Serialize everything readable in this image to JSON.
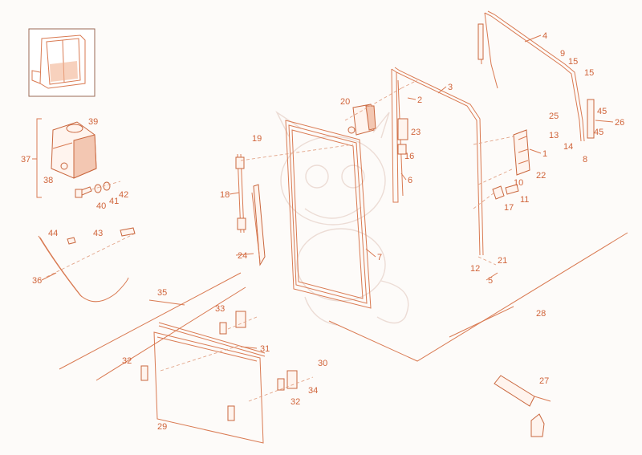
{
  "diagram": {
    "colors": {
      "line": "#d97a52",
      "label": "#d0643a",
      "fill": "#fff4ee",
      "watermark": "#ecdcd5"
    },
    "labels": [
      {
        "id": "1",
        "t": "1"
      },
      {
        "id": "2",
        "t": "2"
      },
      {
        "id": "3",
        "t": "3"
      },
      {
        "id": "4",
        "t": "4"
      },
      {
        "id": "5",
        "t": "5"
      },
      {
        "id": "6",
        "t": "6"
      },
      {
        "id": "7",
        "t": "7"
      },
      {
        "id": "8",
        "t": "8"
      },
      {
        "id": "9",
        "t": "9"
      },
      {
        "id": "10",
        "t": "10"
      },
      {
        "id": "11",
        "t": "11"
      },
      {
        "id": "12",
        "t": "12"
      },
      {
        "id": "13",
        "t": "13"
      },
      {
        "id": "14",
        "t": "14"
      },
      {
        "id": "15a",
        "t": "15"
      },
      {
        "id": "15b",
        "t": "15"
      },
      {
        "id": "16",
        "t": "16"
      },
      {
        "id": "17",
        "t": "17"
      },
      {
        "id": "18",
        "t": "18"
      },
      {
        "id": "19",
        "t": "19"
      },
      {
        "id": "20",
        "t": "20"
      },
      {
        "id": "21",
        "t": "21"
      },
      {
        "id": "22",
        "t": "22"
      },
      {
        "id": "23",
        "t": "23"
      },
      {
        "id": "24",
        "t": "24"
      },
      {
        "id": "25",
        "t": "25"
      },
      {
        "id": "26",
        "t": "26"
      },
      {
        "id": "27",
        "t": "27"
      },
      {
        "id": "28",
        "t": "28"
      },
      {
        "id": "29",
        "t": "29"
      },
      {
        "id": "30",
        "t": "30"
      },
      {
        "id": "31",
        "t": "31"
      },
      {
        "id": "32a",
        "t": "32"
      },
      {
        "id": "32b",
        "t": "32"
      },
      {
        "id": "33",
        "t": "33"
      },
      {
        "id": "34",
        "t": "34"
      },
      {
        "id": "35",
        "t": "35"
      },
      {
        "id": "36",
        "t": "36"
      },
      {
        "id": "37",
        "t": "37"
      },
      {
        "id": "38",
        "t": "38"
      },
      {
        "id": "39",
        "t": "39"
      },
      {
        "id": "40",
        "t": "40"
      },
      {
        "id": "41",
        "t": "41"
      },
      {
        "id": "42",
        "t": "42"
      },
      {
        "id": "43",
        "t": "43"
      },
      {
        "id": "44",
        "t": "44"
      },
      {
        "id": "45a",
        "t": "45"
      },
      {
        "id": "45b",
        "t": "45"
      }
    ]
  }
}
